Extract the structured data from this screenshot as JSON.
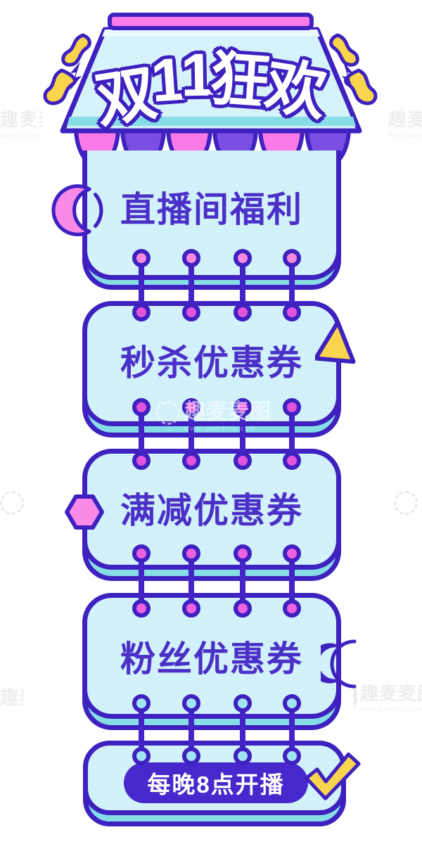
{
  "header": {
    "title": "双11狂欢",
    "title_chars": [
      "双",
      "1",
      "1",
      "狂",
      "欢"
    ],
    "top_bar_color": "#fb7ae8",
    "roof_color": "#d6f2fb",
    "awning_scallops": [
      "#fb7ae8",
      "#7a4ee2",
      "#fb7ae8",
      "#7a4ee2",
      "#fb7ae8",
      "#7a4ee2"
    ],
    "flame_color": "#f9d54e"
  },
  "cards": [
    {
      "label": "直播间福利",
      "decoration": "crescent-moon-pink",
      "decoration_side": "left"
    },
    {
      "label": "秒杀优惠券",
      "decoration": "triangle-yellow",
      "decoration_side": "right"
    },
    {
      "label": "满减优惠券",
      "decoration": "hexagon-pink",
      "decoration_side": "left"
    },
    {
      "label": "粉丝优惠券",
      "decoration": "crescent-moon-yellow",
      "decoration_side": "right"
    }
  ],
  "footer": {
    "label": "每晚8点开播",
    "decoration": "checkmark-yellow"
  },
  "stitches": [
    {
      "top_dot_color": "#f78ae0",
      "bottom_dot_color": "#e254de"
    },
    {
      "top_dot_color": "#e254de",
      "bottom_dot_color": "#e254de"
    },
    {
      "top_dot_color": "#ee62e2",
      "bottom_dot_color": "#ee62e2"
    },
    {
      "top_dot_color": "#a2e5f2",
      "bottom_dot_color": "#a2e5f2"
    }
  ],
  "colors": {
    "outline": "#3e21bf",
    "card_fill": "#d2f1fa",
    "card_shadow_teal": "#86dde6",
    "card_text": "#4b30c8",
    "pink": "#fb7ae8",
    "purple": "#7a4ee2",
    "yellow": "#f9d54e",
    "footer_pill": "#4628cc"
  },
  "watermark": {
    "brand": "趣麦麦图",
    "url": "www.qumaitu.com"
  }
}
